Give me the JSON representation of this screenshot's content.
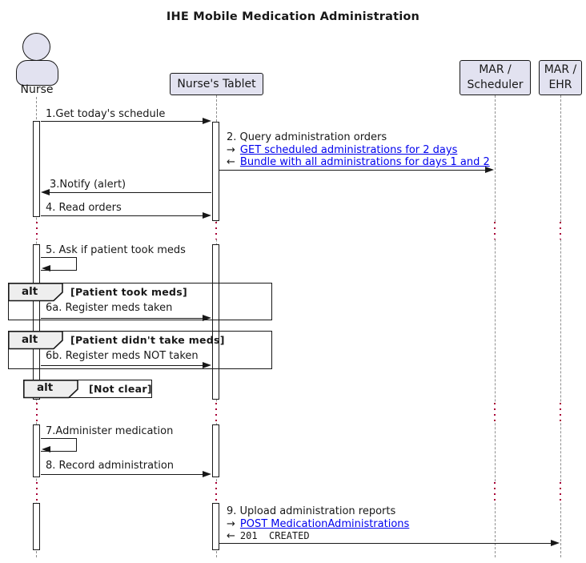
{
  "title": "IHE Mobile Medication Administration",
  "colors": {
    "participant_fill": "#E2E2F0",
    "frame_operator_fill": "#EEEEEE",
    "border": "#181818",
    "lifeline": "#8F8F8F",
    "delay_dots": "#A80036",
    "link": "#0000EE"
  },
  "actors": {
    "nurse": {
      "label": "Nurse"
    },
    "tablet": {
      "label": "Nurse's Tablet"
    },
    "scheduler": {
      "line1": "MAR /",
      "line2": "Scheduler"
    },
    "ehr": {
      "line1": "MAR /",
      "line2": "EHR"
    }
  },
  "messages": {
    "m1": {
      "label": "1.Get today's schedule"
    },
    "m2": {
      "label": "2. Query administration orders",
      "request_arrow": "→",
      "request_link": "GET scheduled administrations for 2 days",
      "response_arrow": "←",
      "response_link": "Bundle with all administrations for days 1 and 2"
    },
    "m3": {
      "label": "3.Notify (alert)"
    },
    "m4": {
      "label": "4. Read orders"
    },
    "m5": {
      "label": "5. Ask if patient took meds"
    },
    "m6a": {
      "label": "6a. Register meds taken"
    },
    "m6b": {
      "label": "6b. Register meds NOT taken"
    },
    "m7": {
      "label": "7.Administer medication"
    },
    "m8": {
      "label": "8. Record administration"
    },
    "m9": {
      "label": "9. Upload administration reports",
      "request_arrow": "→",
      "request_link": "POST MedicationAdministrations",
      "response_arrow": "←",
      "response_text": "201  CREATED"
    }
  },
  "fragments": {
    "alt1": {
      "operator": "alt",
      "condition": "[Patient took meds]"
    },
    "alt2": {
      "operator": "alt",
      "condition": "[Patient didn't take meds]"
    },
    "alt3": {
      "operator": "alt",
      "condition": "[Not clear]"
    }
  }
}
